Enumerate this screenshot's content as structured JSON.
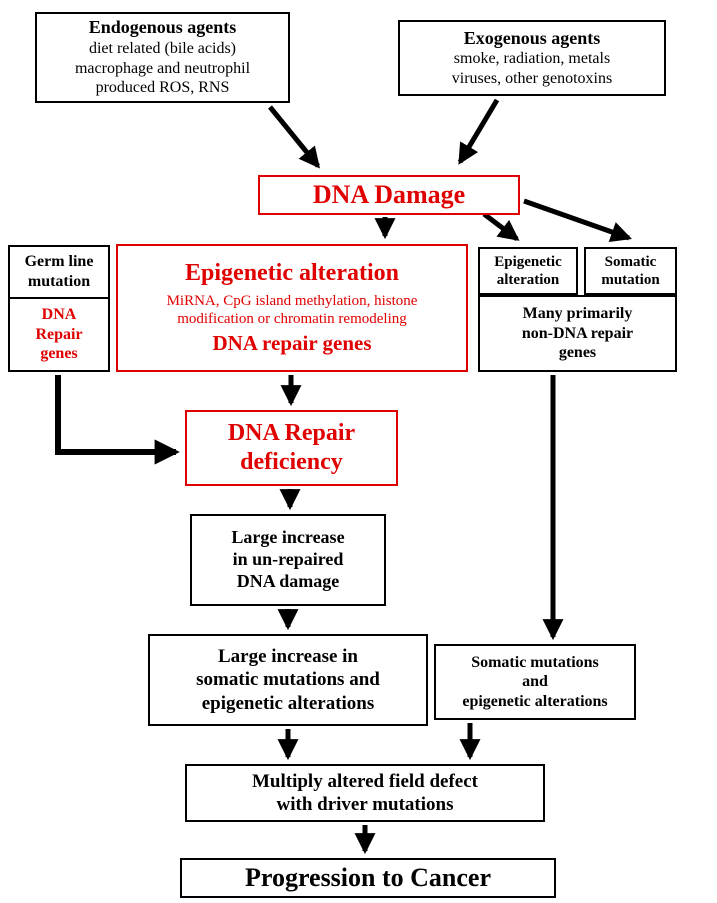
{
  "colors": {
    "accent_red": "#e00000",
    "line_black": "#000000"
  },
  "nodes": {
    "endogenous_agents": {
      "title": "Endogenous agents",
      "body": "diet related (bile acids)\nmacrophage and neutrophil\nproduced ROS, RNS"
    },
    "exogenous_agents": {
      "title": "Exogenous agents",
      "body": "smoke, radiation, metals\nviruses, other genotoxins"
    },
    "dna_damage": {
      "title": "DNA Damage"
    },
    "germ_line_mutation": {
      "title": "Germ line\nmutation",
      "sub": "DNA\nRepair\ngenes"
    },
    "epigenetic_alteration_main": {
      "title": "Epigenetic alteration",
      "body": "MiRNA, CpG island methylation, histone\nmodification or chromatin remodeling",
      "footer": "DNA repair genes"
    },
    "epigenetic_alteration_small": {
      "title": "Epigenetic\nalteration"
    },
    "somatic_mutation_small": {
      "title": "Somatic\nmutation"
    },
    "many_primarily": {
      "title": "Many primarily\nnon-DNA repair\ngenes"
    },
    "dna_repair_deficiency": {
      "title": "DNA Repair\ndeficiency"
    },
    "large_increase_unrepaired": {
      "title": "Large increase\nin un-repaired\nDNA damage"
    },
    "large_increase_somatic": {
      "title": "Large increase in\nsomatic mutations and\nepigenetic alterations"
    },
    "somatic_mutations_epigenetic": {
      "title": "Somatic mutations\nand\nepigenetic alterations"
    },
    "multiply_altered_field": {
      "title": "Multiply altered field defect\nwith driver mutations"
    },
    "progression_to_cancer": {
      "title": "Progression to Cancer"
    }
  }
}
